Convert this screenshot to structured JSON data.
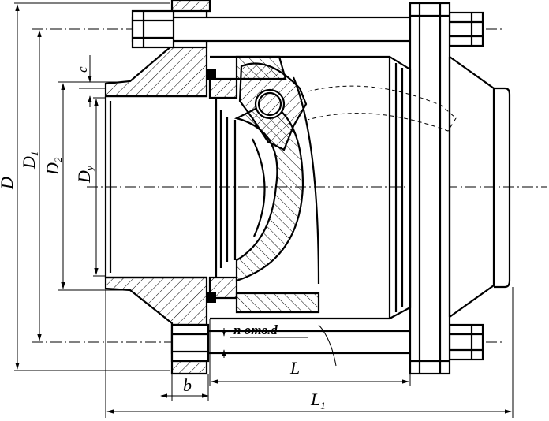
{
  "diagram": {
    "labels": {
      "D": "D",
      "D1_main": "D",
      "D1_sub": "1",
      "D2_main": "D",
      "D2_sub": "2",
      "Dy_main": "D",
      "Dy_sub": "y",
      "c": "c",
      "b": "b",
      "L": "L",
      "L1_main": "L",
      "L1_sub": "1",
      "holes": "n отв.d"
    }
  }
}
